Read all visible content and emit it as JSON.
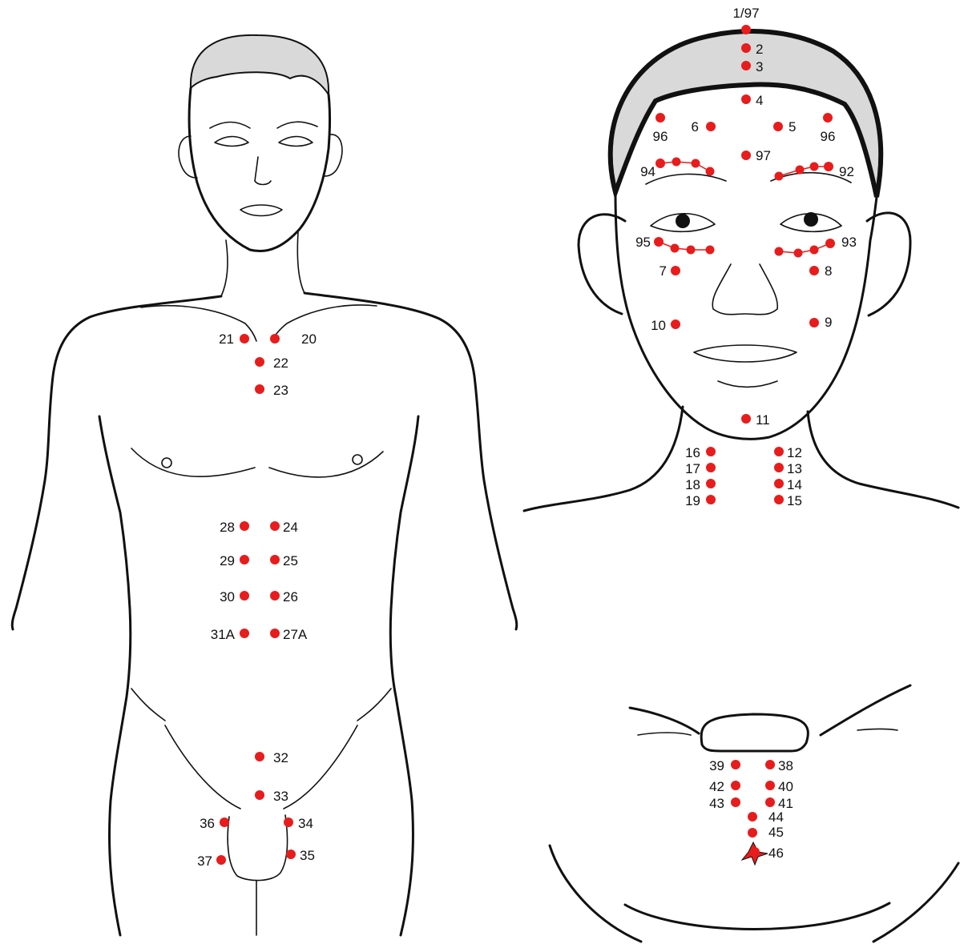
{
  "colors": {
    "point": "#e81c1c",
    "line": "#111111",
    "hair": "#d9d9d9",
    "background": "#ffffff"
  },
  "body_points": [
    {
      "id": "p-21",
      "label": "21"
    },
    {
      "id": "p-20",
      "label": "20"
    },
    {
      "id": "p-22",
      "label": "22"
    },
    {
      "id": "p-23",
      "label": "23"
    },
    {
      "id": "p-28",
      "label": "28"
    },
    {
      "id": "p-24",
      "label": "24"
    },
    {
      "id": "p-29",
      "label": "29"
    },
    {
      "id": "p-25",
      "label": "25"
    },
    {
      "id": "p-30",
      "label": "30"
    },
    {
      "id": "p-26",
      "label": "26"
    },
    {
      "id": "p-31a",
      "label": "31A"
    },
    {
      "id": "p-27a",
      "label": "27A"
    },
    {
      "id": "p-32",
      "label": "32"
    },
    {
      "id": "p-33",
      "label": "33"
    },
    {
      "id": "p-36",
      "label": "36"
    },
    {
      "id": "p-34",
      "label": "34"
    },
    {
      "id": "p-37",
      "label": "37"
    },
    {
      "id": "p-35",
      "label": "35"
    }
  ],
  "face_points": [
    {
      "id": "p-1-97",
      "label": "1/97"
    },
    {
      "id": "p-2",
      "label": "2"
    },
    {
      "id": "p-3",
      "label": "3"
    },
    {
      "id": "p-4",
      "label": "4"
    },
    {
      "id": "p-6",
      "label": "6"
    },
    {
      "id": "p-5",
      "label": "5"
    },
    {
      "id": "p-96-left",
      "label": "96"
    },
    {
      "id": "p-96-right",
      "label": "96"
    },
    {
      "id": "p-97",
      "label": "97"
    },
    {
      "id": "p-94",
      "label": "94"
    },
    {
      "id": "p-92",
      "label": "92"
    },
    {
      "id": "p-95",
      "label": "95"
    },
    {
      "id": "p-93",
      "label": "93"
    },
    {
      "id": "p-7",
      "label": "7"
    },
    {
      "id": "p-8",
      "label": "8"
    },
    {
      "id": "p-10",
      "label": "10"
    },
    {
      "id": "p-9",
      "label": "9"
    },
    {
      "id": "p-11",
      "label": "11"
    },
    {
      "id": "p-16",
      "label": "16"
    },
    {
      "id": "p-12",
      "label": "12"
    },
    {
      "id": "p-17",
      "label": "17"
    },
    {
      "id": "p-13",
      "label": "13"
    },
    {
      "id": "p-18",
      "label": "18"
    },
    {
      "id": "p-14",
      "label": "14"
    },
    {
      "id": "p-19",
      "label": "19"
    },
    {
      "id": "p-15",
      "label": "15"
    }
  ],
  "neck_points": [
    {
      "id": "p-39",
      "label": "39"
    },
    {
      "id": "p-38",
      "label": "38"
    },
    {
      "id": "p-42",
      "label": "42"
    },
    {
      "id": "p-40",
      "label": "40"
    },
    {
      "id": "p-43",
      "label": "43"
    },
    {
      "id": "p-41",
      "label": "41"
    },
    {
      "id": "p-44",
      "label": "44"
    },
    {
      "id": "p-45",
      "label": "45"
    },
    {
      "id": "p-46",
      "label": "46"
    }
  ]
}
